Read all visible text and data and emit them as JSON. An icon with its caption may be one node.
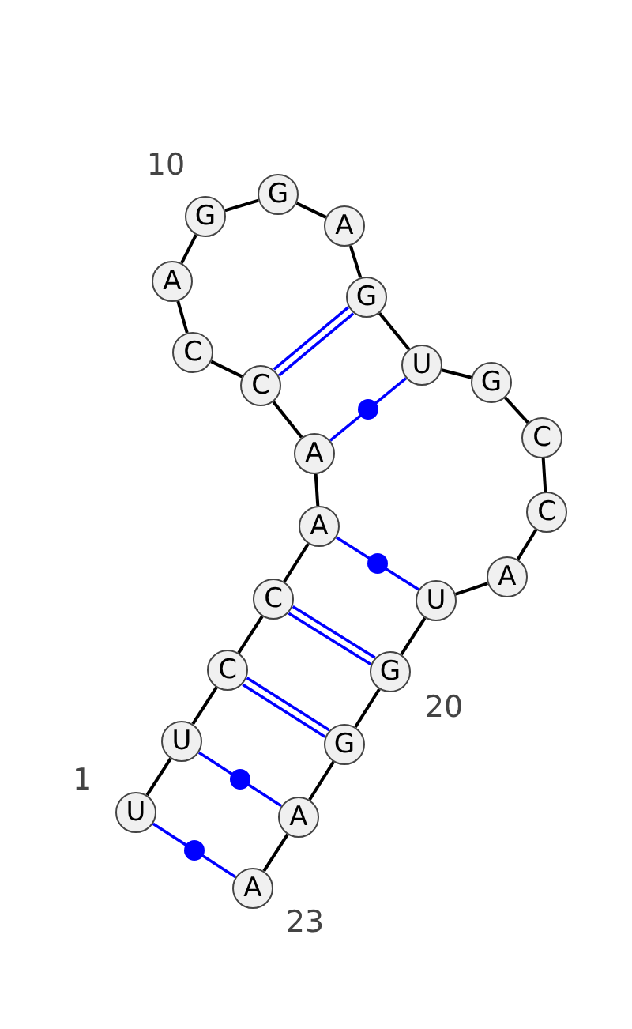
{
  "diagram": {
    "nodes": [
      {
        "text": [
          "U"
        ],
        "beside": [
          "1"
        ]
      },
      {
        "text": [
          "U"
        ]
      },
      {
        "text": [
          "C"
        ]
      },
      {
        "text": [
          "C"
        ]
      },
      {
        "text": [
          "A"
        ]
      },
      {
        "text": [
          "A"
        ]
      },
      {
        "text": [
          "C"
        ]
      },
      {
        "text": [
          "C"
        ]
      },
      {
        "text": [
          "A"
        ]
      },
      {
        "text": [
          "G"
        ],
        "beside": [
          "10"
        ]
      },
      {
        "text": [
          "G"
        ]
      },
      {
        "text": [
          "A"
        ]
      },
      {
        "text": [
          "G"
        ]
      },
      {
        "text": [
          "U"
        ]
      },
      {
        "text": [
          "G"
        ]
      },
      {
        "text": [
          "C"
        ]
      },
      {
        "text": [
          "C"
        ]
      },
      {
        "text": [
          "A"
        ]
      },
      {
        "text": [
          "U"
        ]
      },
      {
        "text": [
          "G"
        ],
        "beside": [
          "20"
        ]
      },
      {
        "text": [
          "G"
        ]
      },
      {
        "text": [
          "A"
        ]
      },
      {
        "text": [
          "A"
        ],
        "beside": [
          "23"
        ]
      }
    ],
    "edges": [
      {
        "from": 0,
        "to": 1,
        "arrow": "none"
      },
      {
        "from": 1,
        "to": 2,
        "arrow": "none"
      },
      {
        "from": 2,
        "to": 3,
        "arrow": "none"
      },
      {
        "from": 3,
        "to": 4,
        "arrow": "none"
      },
      {
        "from": 4,
        "to": 5,
        "arrow": "none"
      },
      {
        "from": 5,
        "to": 6,
        "arrow": "none"
      },
      {
        "from": 6,
        "to": 7,
        "arrow": "none"
      },
      {
        "from": 7,
        "to": 8,
        "arrow": "none"
      },
      {
        "from": 8,
        "to": 9,
        "arrow": "none"
      },
      {
        "from": 9,
        "to": 10,
        "arrow": "none"
      },
      {
        "from": 10,
        "to": 11,
        "arrow": "none"
      },
      {
        "from": 11,
        "to": 12,
        "arrow": "none"
      },
      {
        "from": 12,
        "to": 13,
        "arrow": "none"
      },
      {
        "from": 13,
        "to": 14,
        "arrow": "none"
      },
      {
        "from": 14,
        "to": 15,
        "arrow": "none"
      },
      {
        "from": 15,
        "to": 16,
        "arrow": "none"
      },
      {
        "from": 16,
        "to": 17,
        "arrow": "none"
      },
      {
        "from": 17,
        "to": 18,
        "arrow": "none"
      },
      {
        "from": 18,
        "to": 19,
        "arrow": "none"
      },
      {
        "from": 19,
        "to": 20,
        "arrow": "none"
      },
      {
        "from": 20,
        "to": 21,
        "arrow": "none"
      },
      {
        "from": 21,
        "to": 22,
        "arrow": "none"
      },
      {
        "from": 0,
        "to": 22,
        "arrow": "none",
        "color": "#0000ff"
      },
      {
        "from": 1,
        "to": 21,
        "arrow": "none",
        "color": "#0000ff"
      },
      {
        "from": 2,
        "to": 20,
        "arrow": "none",
        "color": "#0000ff"
      },
      {
        "from": 3,
        "to": 19,
        "arrow": "none",
        "color": "#0000ff"
      },
      {
        "from": 4,
        "to": 18,
        "arrow": "none",
        "color": "#0000ff"
      },
      {
        "from": 5,
        "to": 13,
        "arrow": "none",
        "color": "#0000ff"
      },
      {
        "from": 6,
        "to": 12,
        "arrow": "none",
        "color": "#0000ff"
      }
    ]
  }
}
